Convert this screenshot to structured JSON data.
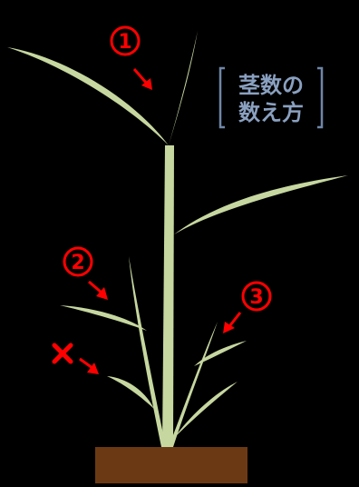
{
  "title": {
    "line1": "茎数の",
    "line2": "数え方",
    "color": "#8aa0c0"
  },
  "markers": [
    {
      "id": "1",
      "glyph": "①"
    },
    {
      "id": "2",
      "glyph": "②"
    },
    {
      "id": "3",
      "glyph": "③"
    },
    {
      "id": "x",
      "glyph": "×"
    }
  ],
  "colors": {
    "background": "#000000",
    "leaf": "#c6d7a0",
    "leaf_shade": "#a9bf82",
    "marker": "#ff0000",
    "pot": "#6b3a14"
  }
}
